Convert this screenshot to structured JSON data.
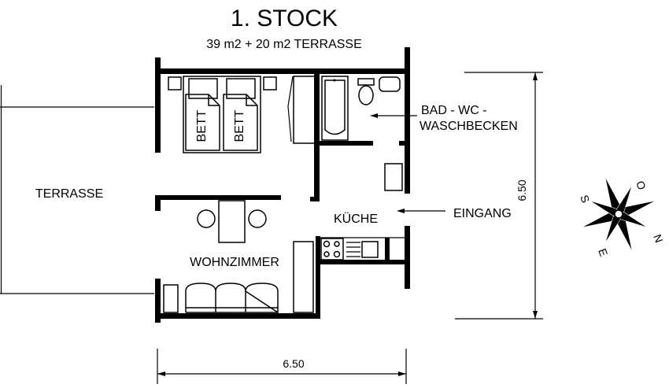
{
  "header": {
    "title": "1. STOCK",
    "subtitle": "39 m2 + 20 m2 TERRASSE"
  },
  "rooms": {
    "terrace": "TERRASSE",
    "bed_1": "BETT",
    "bed_2": "BETT",
    "bathroom_line1": "BAD - WC -",
    "bathroom_line2": "WASCHBECKEN",
    "kitchen": "KÜCHE",
    "entrance": "EINGANG",
    "living_room": "WOHNZIMMER"
  },
  "dimensions": {
    "width": "6.50",
    "depth": "6.50"
  },
  "compass": {
    "labels": [
      "S",
      "O",
      "N",
      "E"
    ],
    "icon": "compass-rose-icon"
  }
}
